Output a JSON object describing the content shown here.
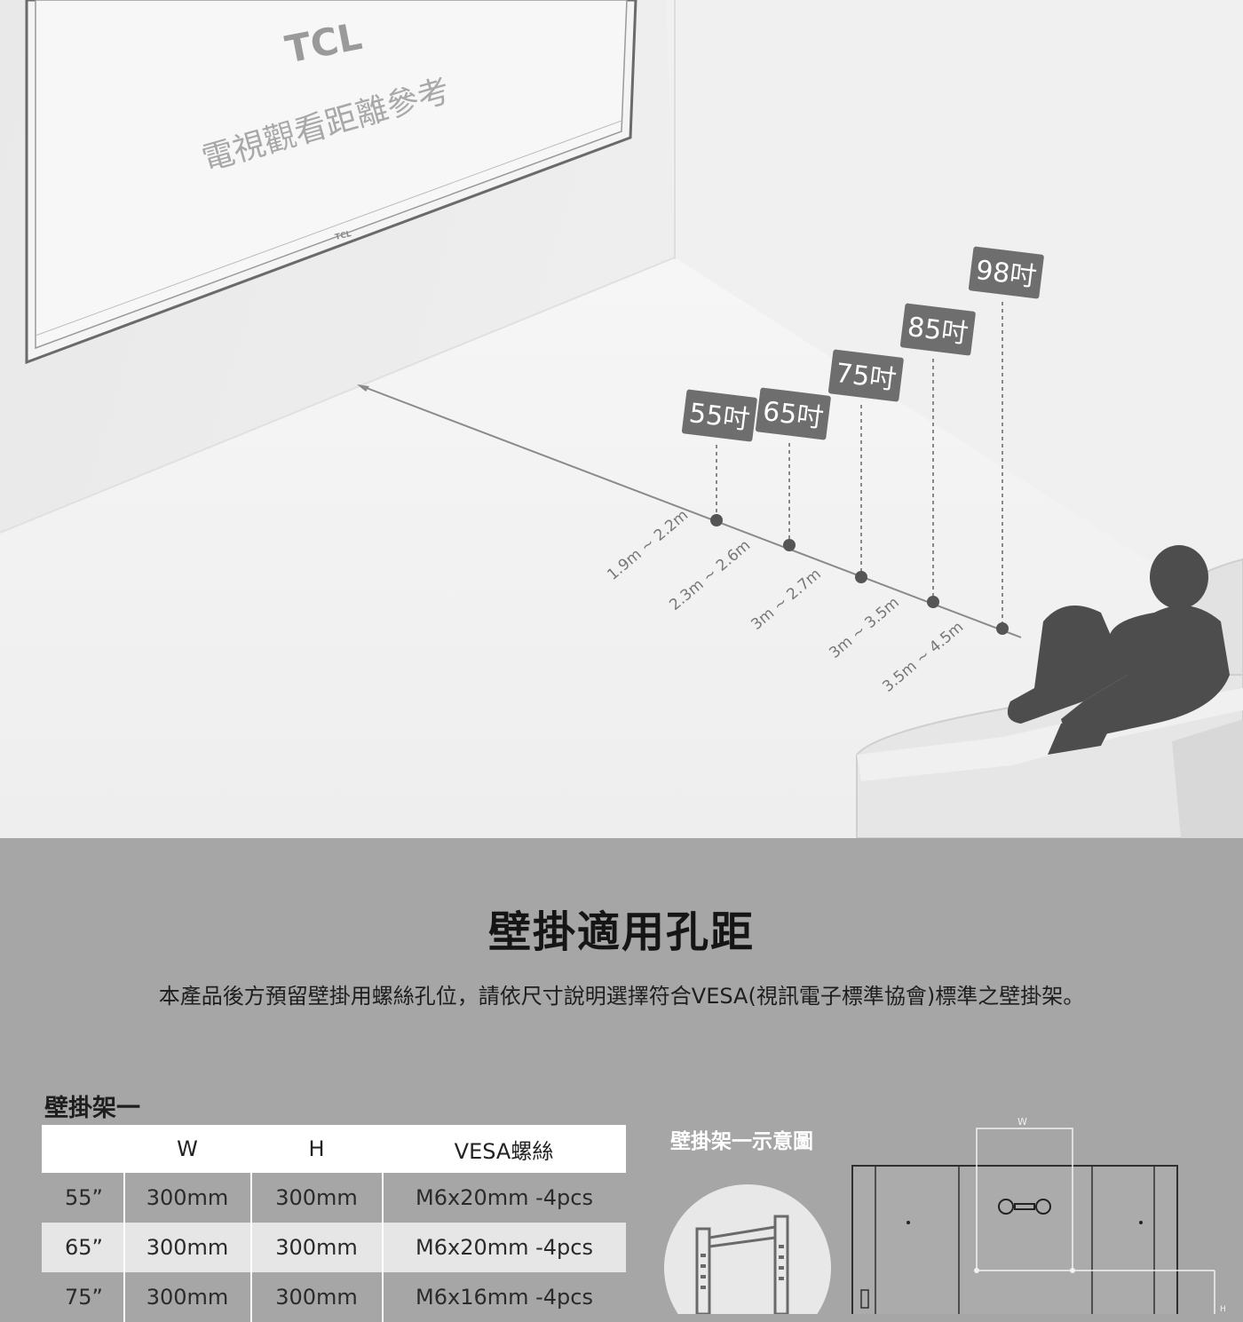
{
  "scene": {
    "brand_logo": "TCL",
    "brand_small": "TCL",
    "screen_caption": "電視觀看距離參考",
    "size_tags": [
      "55吋",
      "65吋",
      "75吋",
      "85吋",
      "98吋"
    ],
    "distance_labels": [
      "1.9m ~ 2.2m",
      "2.3m ~ 2.6m",
      "3m ~ 2.7m",
      "3m ~ 3.5m",
      "3.5m ~ 4.5m"
    ]
  },
  "section": {
    "title": "壁掛適用孔距",
    "description": "本產品後方預留壁掛用螺絲孔位，請依尺寸說明選擇符合VESA(視訊電子標準協會)標準之壁掛架。"
  },
  "mount": {
    "title": "壁掛架一",
    "headers": [
      "",
      "W",
      "H",
      "VESA螺絲"
    ],
    "rows": [
      [
        "55”",
        "300mm",
        "300mm",
        "M6x20mm -4pcs"
      ],
      [
        "65”",
        "300mm",
        "300mm",
        "M6x20mm -4pcs"
      ],
      [
        "75”",
        "300mm",
        "300mm",
        "M6x16mm -4pcs"
      ]
    ],
    "diagram_title": "壁掛架一示意圖",
    "diagram_w_label": "W",
    "diagram_h_label": "H"
  },
  "colors": {
    "tag_bg": "#6e6e6e",
    "background_lower": "#a6a6a6",
    "wall": "#ececec",
    "floor": "#f4f4f4"
  }
}
